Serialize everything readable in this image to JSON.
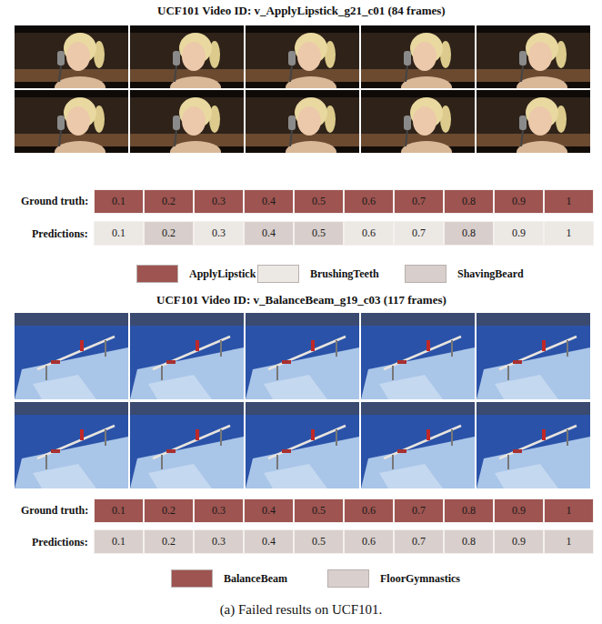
{
  "diagram": {
    "caption": "(a) Failed results on UCF101.",
    "nodes": [
      {
        "text": [
          "0.1"
        ]
      },
      {
        "text": [
          "0.2"
        ]
      },
      {
        "text": [
          "0.3"
        ]
      },
      {
        "text": [
          "0.4"
        ]
      },
      {
        "text": [
          "0.5"
        ]
      },
      {
        "text": [
          "0.6"
        ]
      },
      {
        "text": [
          "0.7"
        ]
      },
      {
        "text": [
          "0.8"
        ]
      },
      {
        "text": [
          "0.9"
        ]
      },
      {
        "text": [
          "1"
        ]
      },
      {
        "text": [
          "0.1"
        ]
      },
      {
        "text": [
          "0.2"
        ]
      },
      {
        "text": [
          "0.3"
        ]
      },
      {
        "text": [
          "0.4"
        ]
      },
      {
        "text": [
          "0.5"
        ]
      },
      {
        "text": [
          "0.6"
        ]
      },
      {
        "text": [
          "0.7"
        ]
      },
      {
        "text": [
          "0.8"
        ]
      },
      {
        "text": [
          "0.9"
        ]
      },
      {
        "text": [
          "1"
        ]
      },
      {
        "text": [
          "0.1"
        ]
      },
      {
        "text": [
          "0.2"
        ]
      },
      {
        "text": [
          "0.3"
        ]
      },
      {
        "text": [
          "0.4"
        ]
      },
      {
        "text": [
          "0.5"
        ]
      },
      {
        "text": [
          "0.6"
        ]
      },
      {
        "text": [
          "0.7"
        ]
      },
      {
        "text": [
          "0.8"
        ]
      },
      {
        "text": [
          "0.9"
        ]
      },
      {
        "text": [
          "1"
        ]
      },
      {
        "text": [
          "0.1"
        ]
      },
      {
        "text": [
          "0.2"
        ]
      },
      {
        "text": [
          "0.3"
        ]
      },
      {
        "text": [
          "0.4"
        ]
      },
      {
        "text": [
          "0.5"
        ]
      },
      {
        "text": [
          "0.6"
        ]
      },
      {
        "text": [
          "0.7"
        ]
      },
      {
        "text": [
          "0.8"
        ]
      },
      {
        "text": [
          "0.9"
        ]
      },
      {
        "text": [
          "1"
        ]
      }
    ],
    "labels": [
      "UCF101 Video ID: v_ApplyLipstick_g21_c01 (84 frames)",
      "Ground truth:",
      "Predictions:",
      "UCF101 Video ID: v_BalanceBeam_g19_c03 (117 frames)",
      "Ground truth:",
      "Predictions:"
    ],
    "legend": [
      {
        "text": "ApplyLipstick",
        "color": "#9e5450"
      },
      {
        "text": "BrushingTeeth",
        "color": "#ece8e4"
      },
      {
        "text": "ShavingBeard",
        "color": "#d8cecb"
      },
      {
        "text": "BalanceBeam",
        "color": "#9e5450"
      },
      {
        "text": "FloorGymnastics",
        "color": "#d9cfcc"
      }
    ]
  }
}
